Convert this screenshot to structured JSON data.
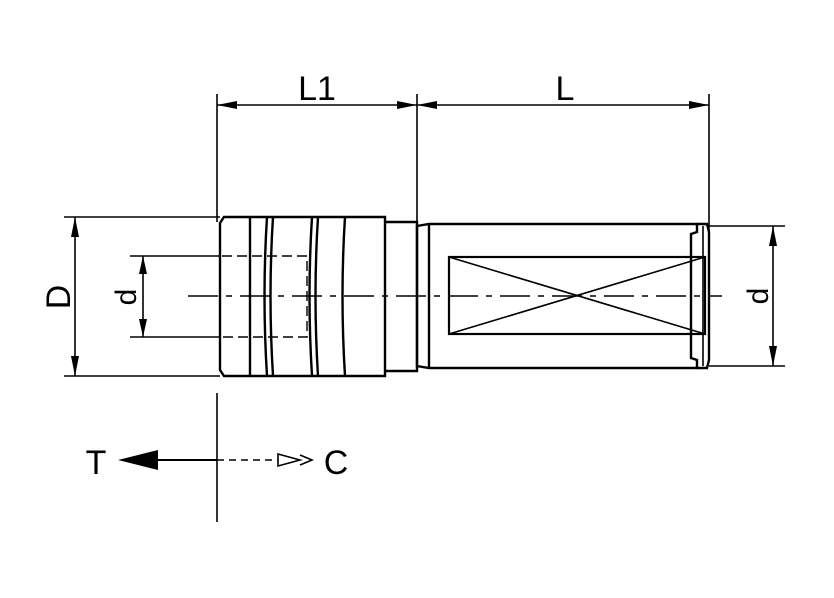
{
  "labels": {
    "shank_length": "L1",
    "body_length": "L",
    "outer_diameter": "D",
    "bore_diameter_left": "d",
    "bore_diameter_right": "d",
    "tension": "T",
    "compression": "C"
  },
  "colors": {
    "line": "#000000",
    "background": "#ffffff"
  }
}
